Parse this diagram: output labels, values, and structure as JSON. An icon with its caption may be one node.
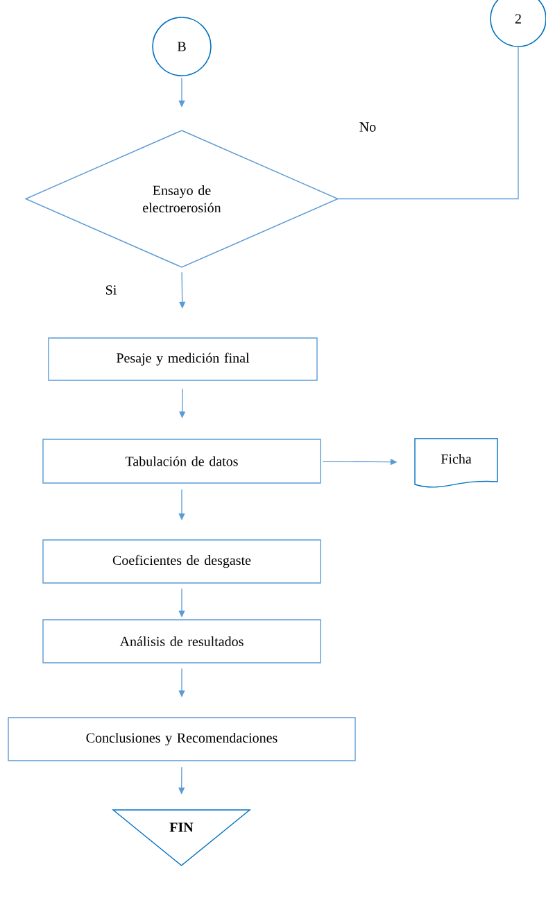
{
  "diagram": {
    "nodes": [
      {
        "text": [
          "B"
        ]
      },
      {
        "text": [
          "2"
        ]
      },
      {
        "text": [
          "Ensayo de electroerosión"
        ]
      },
      {
        "text": [
          "Pesaje y medición  final"
        ]
      },
      {
        "text": [
          "Tabulación de datos"
        ]
      },
      {
        "text": [
          "Ficha"
        ]
      },
      {
        "text": [
          "Coeficientes de desgaste"
        ]
      },
      {
        "text": [
          "Análisis de resultados"
        ]
      },
      {
        "text": [
          "Conclusiones y Recomendaciones"
        ]
      },
      {
        "text": [
          "FIN"
        ]
      }
    ],
    "edges": [
      {
        "from": 0,
        "to": 2,
        "arrow": "to"
      },
      {
        "from": 2,
        "to": 1,
        "arrow": "none",
        "label": "No"
      },
      {
        "from": 2,
        "to": 3,
        "arrow": "to",
        "label": "Si"
      },
      {
        "from": 3,
        "to": 4,
        "arrow": "to"
      },
      {
        "from": 4,
        "to": 5,
        "arrow": "to"
      },
      {
        "from": 4,
        "to": 6,
        "arrow": "to"
      },
      {
        "from": 6,
        "to": 7,
        "arrow": "to"
      },
      {
        "from": 7,
        "to": 8,
        "arrow": "to"
      },
      {
        "from": 8,
        "to": 9,
        "arrow": "to"
      }
    ]
  }
}
